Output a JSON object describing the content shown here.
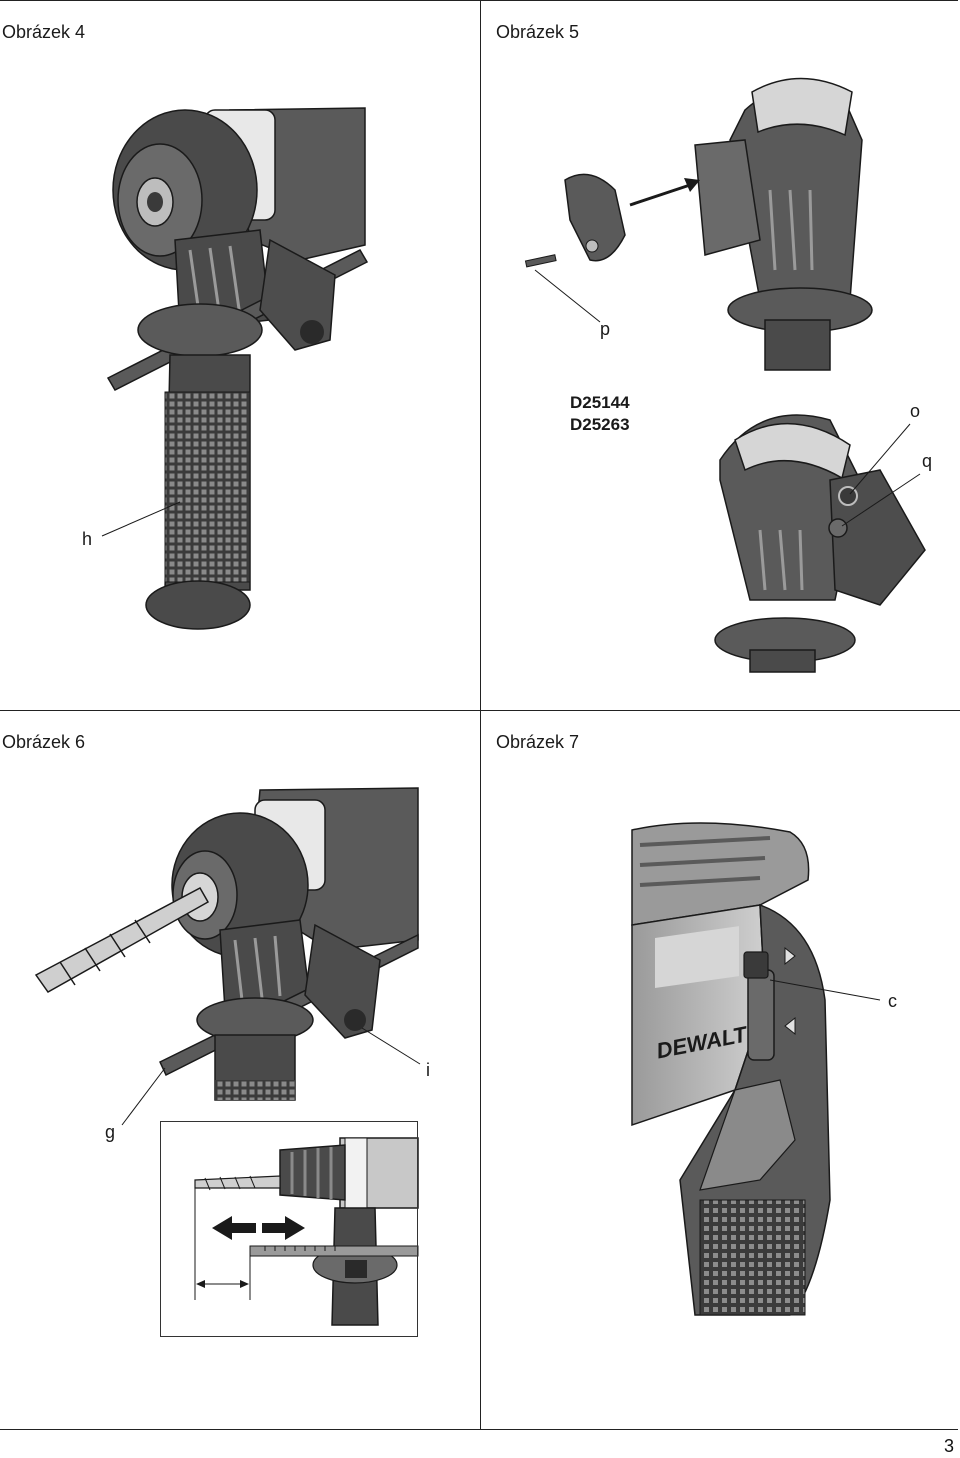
{
  "panels": {
    "fig4": {
      "title": "Obrázek 4",
      "callouts": {
        "h": "h"
      }
    },
    "fig5": {
      "title": "Obrázek 5",
      "callouts": {
        "p": "p",
        "o": "o",
        "q": "q"
      },
      "models": [
        "D25144",
        "D25263"
      ]
    },
    "fig6": {
      "title": "Obrázek 6",
      "callouts": {
        "i": "i",
        "g": "g"
      }
    },
    "fig7": {
      "title": "Obrázek 7",
      "callouts": {
        "c": "c"
      },
      "brand_text": "DEWALT"
    }
  },
  "footer": {
    "page_number": "3"
  },
  "colors": {
    "tool_dark": "#4a4a4a",
    "tool_mid": "#7a7a7a",
    "tool_light": "#bdbdbd",
    "line": "#1a1a1a"
  }
}
